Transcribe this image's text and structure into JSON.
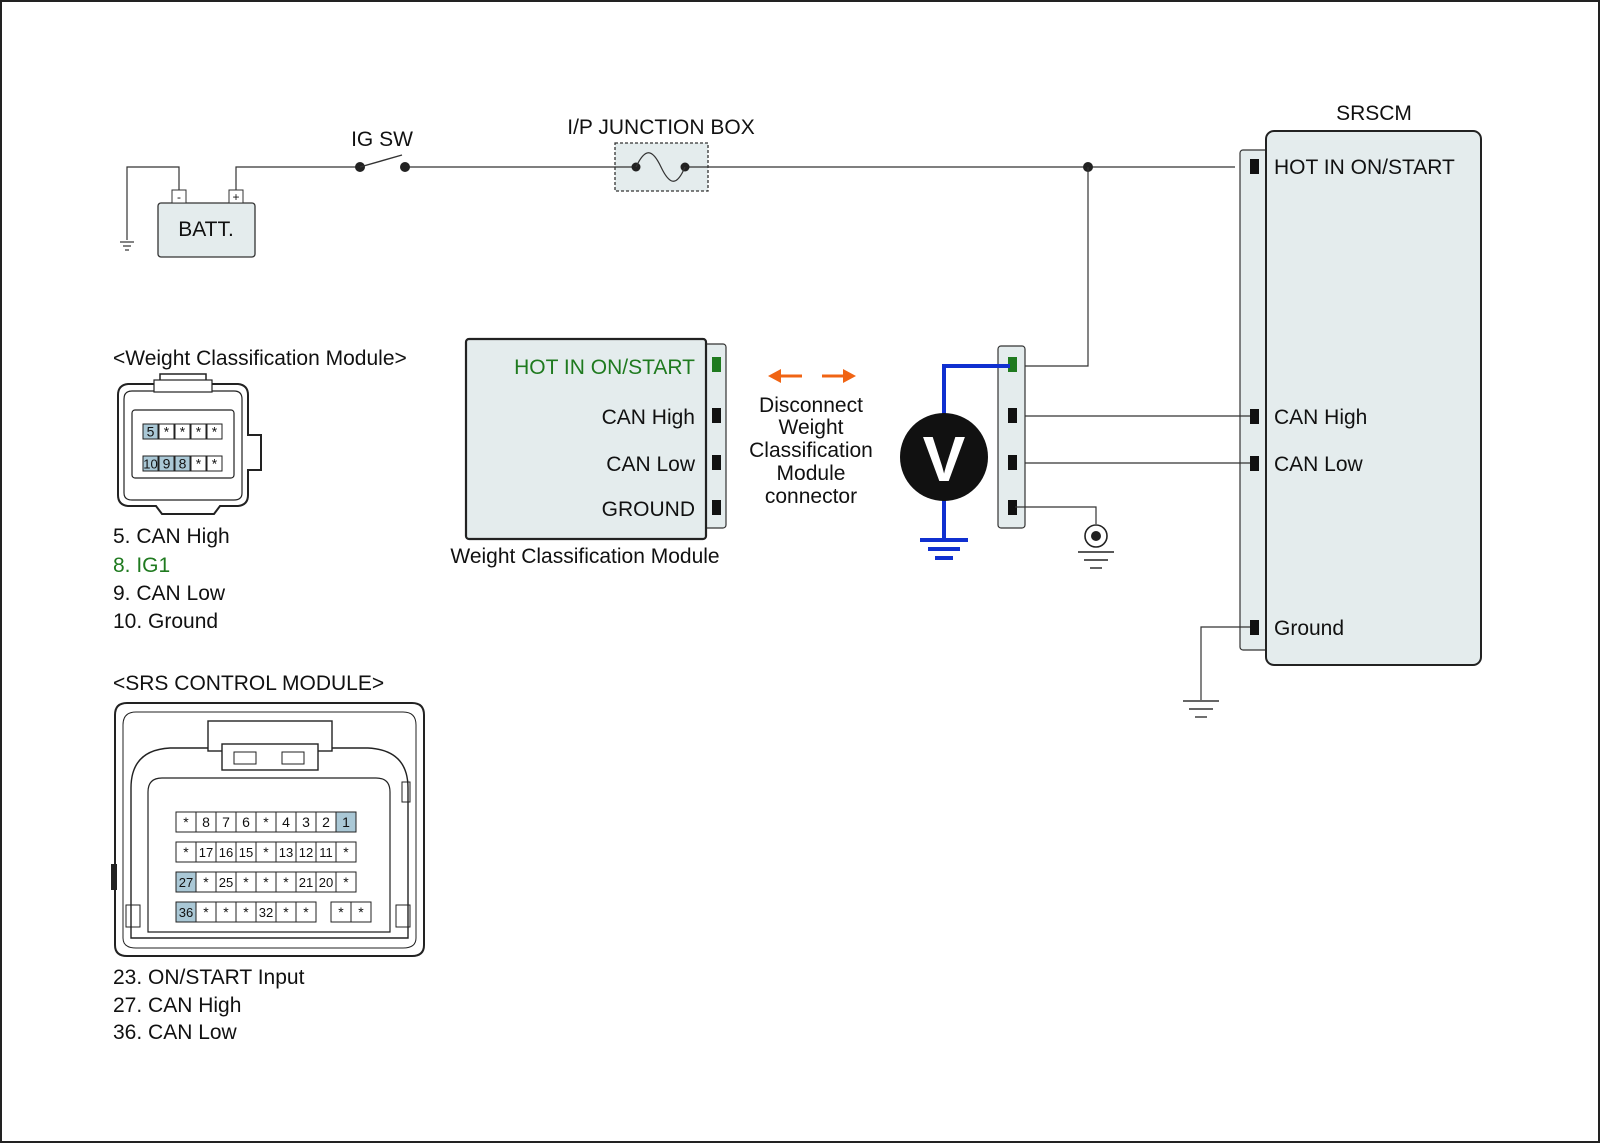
{
  "colors": {
    "highlight_green": "#1f7a1f",
    "meter_blue": "#1030d0",
    "arrow_orange": "#f06414",
    "module_fill": "#e4eced",
    "pin_blue": "#aac8d6"
  },
  "battery": {
    "label": "BATT.",
    "minus": "-",
    "plus": "+"
  },
  "ig_switch": {
    "label": "IG SW"
  },
  "junction_box": {
    "label": "I/P JUNCTION BOX"
  },
  "srscm": {
    "title": "SRSCM",
    "pins": {
      "hot": "HOT IN ON/START",
      "can_high": "CAN High",
      "can_low": "CAN Low",
      "ground": "Ground"
    }
  },
  "wcm": {
    "header": "<Weight Classification Module>",
    "caption": "Weight Classification Module",
    "pins": {
      "hot": "HOT IN ON/START",
      "can_high": "CAN High",
      "can_low": "CAN Low",
      "ground": "GROUND"
    },
    "connector_row1": [
      "5",
      "*",
      "*",
      "*",
      "*"
    ],
    "connector_row2": [
      "10",
      "9",
      "8",
      "*",
      "*"
    ],
    "legend": [
      "5. CAN High",
      "8. IG1",
      "9. CAN Low",
      "10. Ground"
    ]
  },
  "instruction": {
    "lines": [
      "Disconnect",
      "Weight",
      "Classification",
      "Module",
      "connector"
    ]
  },
  "voltmeter": {
    "label": "V"
  },
  "srs_control_module": {
    "header": "<SRS CONTROL MODULE>",
    "rows": [
      [
        "*",
        "8",
        "7",
        "6",
        "*",
        "4",
        "3",
        "2",
        "1"
      ],
      [
        "*",
        "17",
        "16",
        "15",
        "*",
        "13",
        "12",
        "11",
        "*"
      ],
      [
        "27",
        "*",
        "25",
        "*",
        "*",
        "*",
        "21",
        "20",
        "*"
      ],
      [
        "36",
        "*",
        "*",
        "*",
        "32",
        "*",
        "*",
        "",
        "*",
        "*"
      ]
    ],
    "legend": [
      "23. ON/START Input",
      "27. CAN High",
      "36. CAN Low"
    ]
  }
}
